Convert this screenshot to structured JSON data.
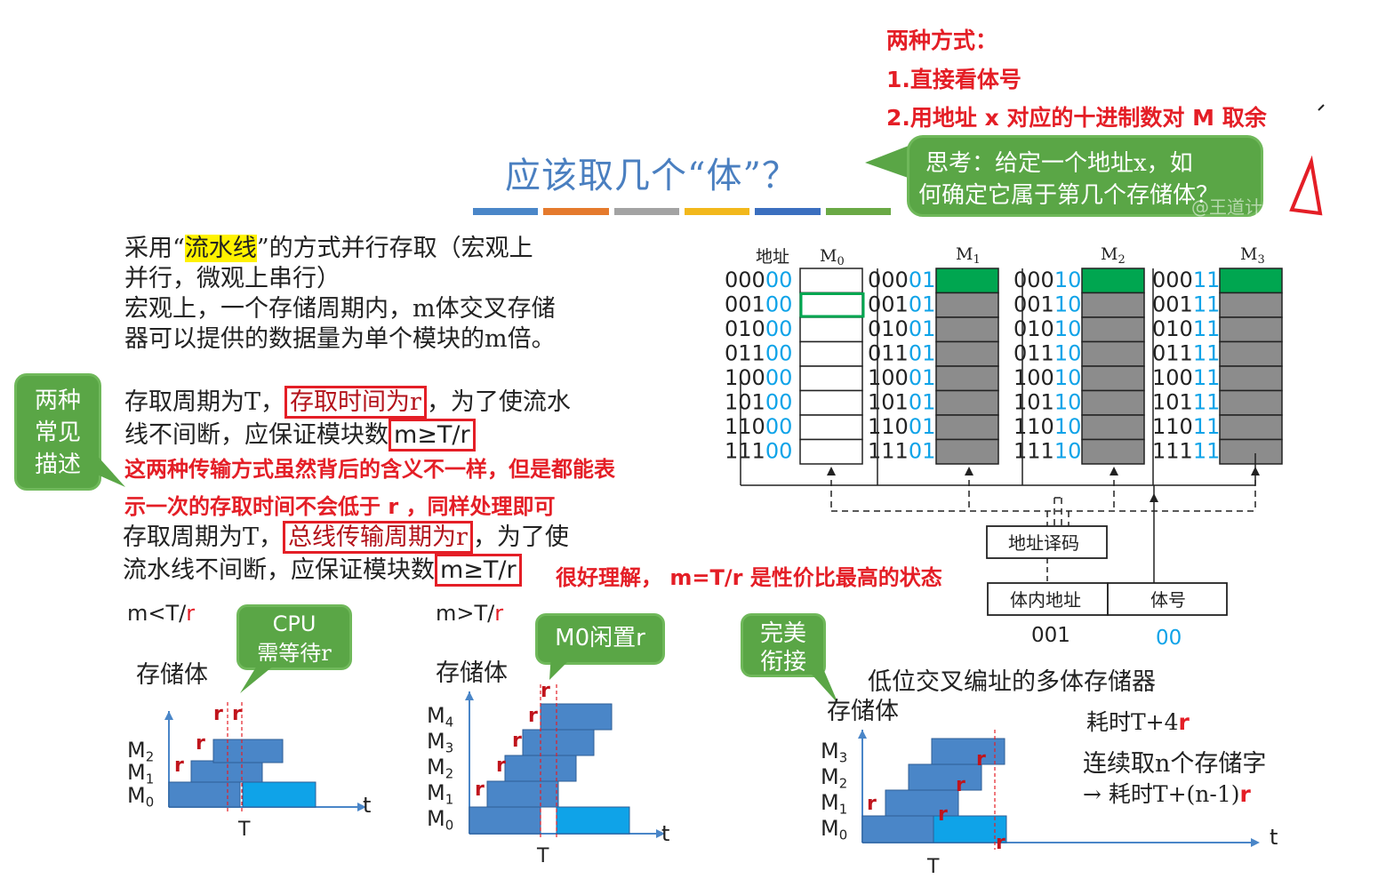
{
  "notes": {
    "two_ways": "两种方式：",
    "way1": "1.直接看体号",
    "way2": "2.用地址 x 对应的十进制数对 M 取余",
    "transfer_note_1": "这两种传输方式虽然背后的含义不一样，但是都能表",
    "transfer_note_2": "示一次的存取时间不会低于 r ，同样处理即可",
    "good_point": "很好理解，  m=T/r 是性价比最高的状态"
  },
  "title": "应该取几个“体”？",
  "think_bubble": {
    "line1": "思考：给定一个地址x，如",
    "line2": "何确定它属于第几个存储体？"
  },
  "watermark": "@王道计算机教育",
  "colors": {
    "accent_green": "#5aa646",
    "accent_red": "#e41e26",
    "title_blue": "#4a7fc0",
    "bar_blue": "#4a86c8",
    "bar_cyan": "#0fa3e8",
    "bank_gray": "#8c8c8c",
    "bank_green": "#00a650",
    "addr_cyan": "#0fa3e8"
  },
  "stripe_colors": [
    "#4a86c8",
    "#e57a2d",
    "#a3a3a3",
    "#f2b81c",
    "#3b6fbf",
    "#6aa945"
  ],
  "para1": {
    "l1_pre": "采用“",
    "l1_hl": "流水线",
    "l1_post": "”的方式并行存取（宏观上",
    "l2": "并行，微观上串行）",
    "l3": "宏观上，一个存储周期内，m体交叉存储",
    "l4": "器可以提供的数据量为单个模块的m倍。"
  },
  "para2": {
    "l1_pre": "存取周期为T，",
    "l1_box": "存取时间为r",
    "l1_post": "，为了使流水",
    "l2_pre": "线不间断，应保证模块数",
    "l2_box": "m≥T/r"
  },
  "para3": {
    "l1_pre": "存取周期为T，",
    "l1_box": "总线传输周期为r",
    "l1_post": "，为了使",
    "l2_pre": "流水线不间断，应保证模块数",
    "l2_box": "m≥T/r"
  },
  "left_bubble": {
    "l1": "两种",
    "l2": "常见",
    "l3": "描述"
  },
  "memory": {
    "addr_header": "地址",
    "banks": [
      "M0",
      "M1",
      "M2",
      "M3"
    ],
    "addresses": [
      {
        "hi": "000",
        "lo": "00"
      },
      {
        "hi": "001",
        "lo": "00"
      },
      {
        "hi": "010",
        "lo": "00"
      },
      {
        "hi": "011",
        "lo": "00"
      },
      {
        "hi": "100",
        "lo": "00"
      },
      {
        "hi": "101",
        "lo": "00"
      },
      {
        "hi": "110",
        "lo": "00"
      },
      {
        "hi": "111",
        "lo": "00"
      }
    ],
    "bank_lo": [
      "00",
      "01",
      "10",
      "11"
    ],
    "decoder": "地址译码",
    "inner_addr": "体内地址",
    "bank_no": "体号",
    "inner_addr_val": "001",
    "bank_no_val": "00",
    "caption": "低位交叉编址的多体存储器"
  },
  "chart1": {
    "cond": "m<T/",
    "cond_r": "r",
    "ylabel": "存储体",
    "bubble_l1": "CPU",
    "bubble_l2": "需等待r",
    "rows": [
      "M2",
      "M1",
      "M0"
    ],
    "t": "t",
    "T": "T",
    "r": "r"
  },
  "chart2": {
    "cond": "m>T/",
    "cond_r": "r",
    "ylabel": "存储体",
    "bubble": "M0闲置r",
    "rows": [
      "M4",
      "M3",
      "M2",
      "M1",
      "M0"
    ],
    "t": "t",
    "T": "T",
    "r": "r"
  },
  "chart3": {
    "ylabel": "存储体",
    "bubble_l1": "完美",
    "bubble_l2": "衔接",
    "rows": [
      "M3",
      "M2",
      "M1",
      "M0"
    ],
    "t": "t",
    "T": "T",
    "r": "r",
    "time1_pre": "耗时T+4",
    "time1_r": "r",
    "cont": "连续取n个存储字",
    "time2_pre": "→ 耗时T+(n-1)",
    "time2_r": "r"
  }
}
